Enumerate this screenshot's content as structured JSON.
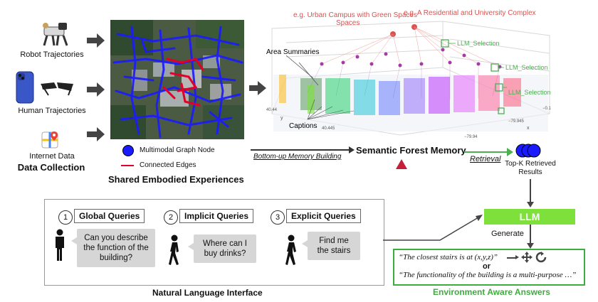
{
  "data_collection": {
    "robot_label": "Robot Trajectories",
    "human_label": "Human Trajectories",
    "internet_label": "Internet Data",
    "section_title": "Data Collection"
  },
  "shared_experiences": {
    "legend_node": "Multimodal Graph Node",
    "legend_edge": "Connected Edges",
    "title": "Shared Embodied Experiences"
  },
  "bottom_up_label": "Bottom-up Memory Building",
  "semantic_forest": {
    "title": "Semantic Forest Memory",
    "annotation_campus": "e.g. Urban Campus with Green Spaces",
    "annotation_residential": "e.g. A Residential and University Complex",
    "area_summaries": "Area Summaries",
    "captions": "Captions",
    "llm_selection_1": "LLM_Selection",
    "llm_selection_2": "LLM_Selection",
    "llm_selection_3": "LLM_Selection",
    "axis_y": "y",
    "axis_x": "x",
    "tick_y1": "40.44",
    "tick_y2": "40.445",
    "tick_x1": "−79.945",
    "tick_x2": "−79.94",
    "tick_z": "−0.1"
  },
  "retrieval_label": "Retrieval",
  "topk_label_1": "Top-K Retrieved",
  "topk_label_2": "Results",
  "llm": {
    "label": "LLM",
    "generate": "Generate"
  },
  "queries": [
    {
      "num": "1",
      "title": "Global Queries",
      "text_lines": [
        "Can you describe",
        "the function of the",
        "building?"
      ]
    },
    {
      "num": "2",
      "title": "Implicit Queries",
      "text_lines": [
        "Where can I",
        "buy drinks?"
      ]
    },
    {
      "num": "3",
      "title": "Explicit Queries",
      "text_lines": [
        "Find me",
        "the stairs"
      ]
    }
  ],
  "nli_title": "Natural Language Interface",
  "answers": {
    "line1": "“The closest stairs is at (x,y,z)”",
    "or": "or",
    "line2": "“The functionality of the building is a multi-purpose …”",
    "title": "Environment Aware Answers"
  },
  "colors": {
    "llm_green": "#7ee03a",
    "answer_green": "#3cae3c",
    "node_blue": "#1a1aff",
    "edge_red": "#e0002a",
    "annotation_red": "#d9534f"
  }
}
